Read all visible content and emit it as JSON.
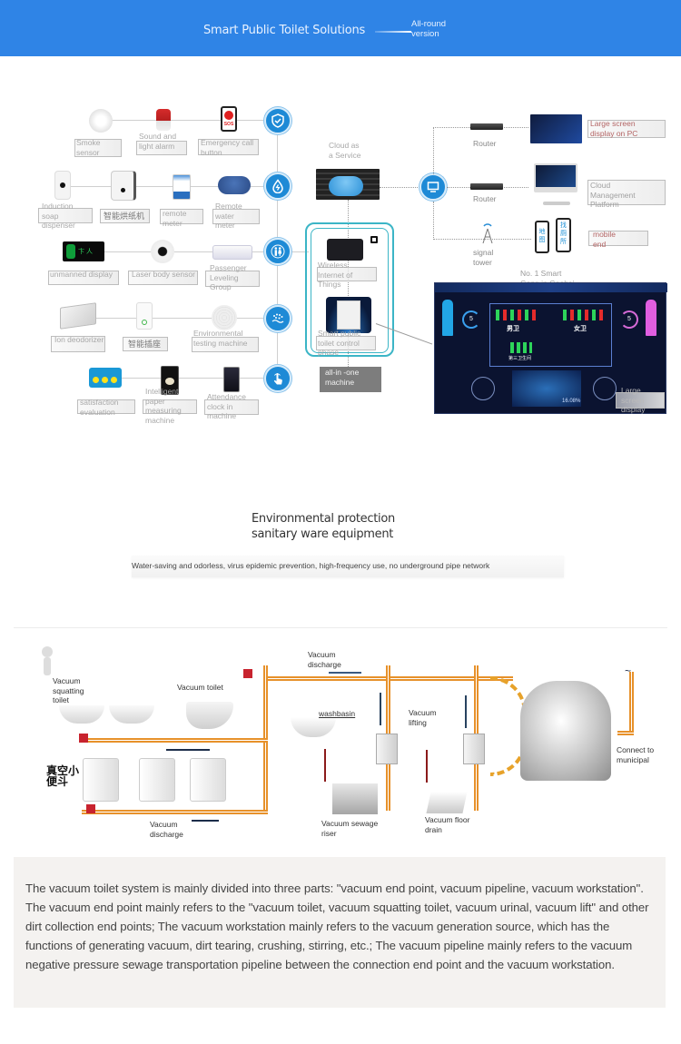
{
  "header": {
    "title": "Smart Public Toilet Solutions",
    "subtitle_line1": "All-round",
    "subtitle_line2": "version",
    "bg_color": "#2f84e6"
  },
  "architecture": {
    "rows": [
      {
        "node_icon": "shield-check-icon",
        "devices": [
          {
            "icon": "smoke-sensor-icon",
            "label": "Smoke sensor"
          },
          {
            "icon": "alarm-icon",
            "label": "Sound and light alarm"
          },
          {
            "icon": "sos-button-icon",
            "label": "Emergency call button",
            "badge": "SOS"
          }
        ]
      },
      {
        "node_icon": "water-drop-icon",
        "devices": [
          {
            "icon": "soap-dispenser-icon",
            "label": "Induction soap dispenser"
          },
          {
            "icon": "paper-dispenser-icon",
            "label": "智能烘纸机"
          },
          {
            "icon": "remote-meter-icon",
            "label": "remote meter"
          },
          {
            "icon": "water-meter-icon",
            "label": "Remote water meter"
          }
        ]
      },
      {
        "node_icon": "people-icon",
        "devices": [
          {
            "icon": "unmanned-display-icon",
            "label": "unmanned display"
          },
          {
            "icon": "laser-sensor-icon",
            "label": "Laser body sensor"
          },
          {
            "icon": "passenger-sensor-icon",
            "label": "Passenger Leveling Group"
          }
        ]
      },
      {
        "node_icon": "environment-icon",
        "devices": [
          {
            "icon": "deodorizer-icon",
            "label": "Ion deodorizer"
          },
          {
            "icon": "smart-socket-icon",
            "label": "智能插座"
          },
          {
            "icon": "env-tester-icon",
            "label": "Environmental testing machine"
          }
        ]
      },
      {
        "node_icon": "touch-icon",
        "devices": [
          {
            "icon": "satisfaction-icon",
            "label": "satisfaction evaluation"
          },
          {
            "icon": "paper-machine-icon",
            "label": "Intelligent paper measuring machine"
          },
          {
            "icon": "attendance-icon",
            "label": "Attendance clock in machine"
          }
        ]
      }
    ],
    "center": {
      "cloud_label": "Cloud as a Service",
      "iot_label": "Wireless Internet of Things",
      "control_label": "Smart public toilet control phase",
      "all_in_one_label": "all-in -one machine"
    },
    "right": {
      "router1": "Router",
      "router2": "Router",
      "tower": "signal tower",
      "pc_display": "Large screen display on PC",
      "cloud_platform": "Cloud Management Platform",
      "mobile": "mobile end",
      "phone1_text": "地图",
      "phone2_text": "找厕所",
      "dashboard_caption": "No. 1 Smart Gong in Gaobei Parking Area",
      "large_screen": "Large screen display",
      "dash_male": "男卫",
      "dash_female": "女卫",
      "dash_third": "第三卫生间",
      "dash_count_left": "5",
      "dash_count_right": "5",
      "dash_percent": "16.08%"
    }
  },
  "env_section": {
    "title_line1": "Environmental protection",
    "title_line2": "sanitary ware equipment",
    "subtitle": "Water-saving and odorless, virus epidemic prevention, high-frequency use, no underground pipe network"
  },
  "vacuum_diagram": {
    "labels": {
      "squatting": "Vacuum squatting toilet",
      "toilet": "Vacuum toilet",
      "urinal_zh": "真空小便斗",
      "discharge_top": "Vacuum discharge",
      "discharge_bottom": "Vacuum discharge",
      "washbasin": "washbasin",
      "lifting": "Vacuum lifting",
      "sewage_riser": "Vacuum sewage riser",
      "floor_drain": "Vacuum floor drain",
      "municipal": "Connect to municipal"
    },
    "pipe_color": "#e7912a"
  },
  "description": {
    "text": "The vacuum toilet system is mainly divided into three parts: \"vacuum end point, vacuum pipeline, vacuum workstation\". The vacuum end point mainly refers to the \"vacuum toilet, vacuum squatting toilet, vacuum urinal, vacuum lift\" and other dirt collection end points; The vacuum workstation mainly refers to the vacuum generation source, which has the functions of generating vacuum, dirt tearing, crushing, stirring, etc.; The vacuum pipeline mainly refers to the vacuum negative pressure sewage transportation pipeline between the connection end point and the vacuum workstation."
  }
}
